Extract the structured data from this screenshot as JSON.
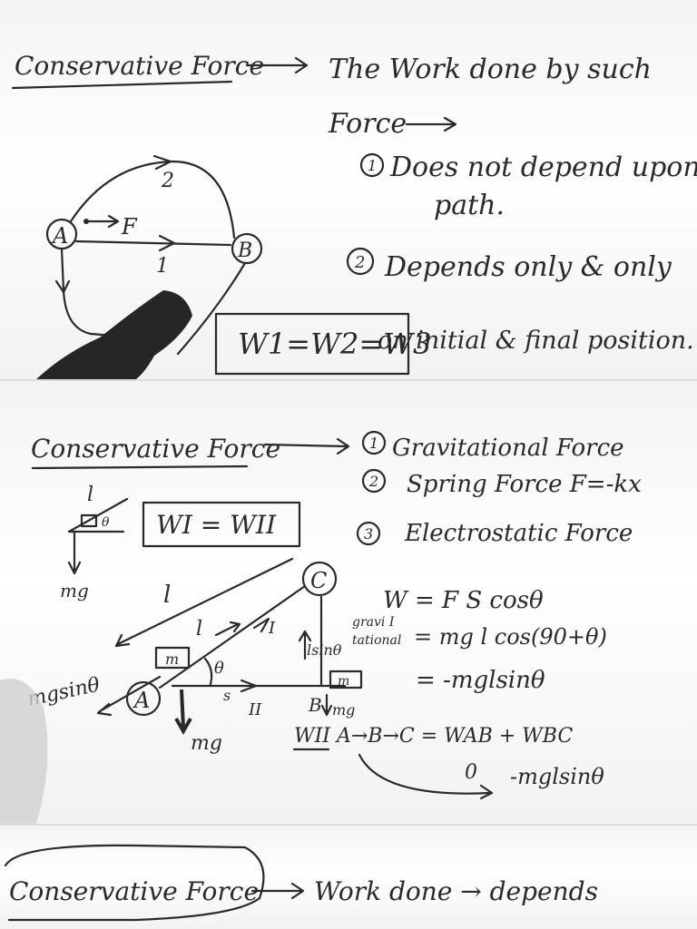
{
  "panel1": {
    "heading": "Conservative Force",
    "definition_line1": "The Work done by such",
    "definition_line2": "Force",
    "point1_line1": "Does not depend upon",
    "point1_line2": "path.",
    "point2_line1": "Depends only & only",
    "point2_line2": "on initial & final position.",
    "diagram": {
      "point_a": "A",
      "point_b": "B",
      "force_label": "F",
      "path_2": "2",
      "path_1": "1",
      "equation": "W1=W2=W3"
    }
  },
  "panel2": {
    "heading": "Conservative Force",
    "examples": [
      "Gravitational Force",
      "Spring Force F=-kx",
      "Electrostatic Force"
    ],
    "example_numbers": [
      "1",
      "2",
      "3"
    ],
    "boxed_equation": "WI = WII",
    "small_diagram": {
      "length": "l",
      "angle": "θ",
      "weight": "mg"
    },
    "main_diagram": {
      "point_a": "A",
      "point_b": "B",
      "point_c": "C",
      "length_top": "l",
      "length_incline": "l",
      "mass_a": "m",
      "mass_b": "m",
      "angle": "θ",
      "component": "mgsinθ",
      "weight_a": "mg",
      "weight_b": "mg",
      "height": "lsinθ",
      "displacement": "s",
      "path_i": "I",
      "path_ii": "II"
    },
    "work": {
      "line1": "W = F S cosθ",
      "line1_sub": "gravi I",
      "line2_sub": "tational",
      "line2": "= mg l cos(90+θ)",
      "line3": "= -mglsinθ",
      "line4": "WII A→B→C = WAB + WBC",
      "line5_left": "0",
      "line5_right": "-mglsinθ"
    }
  },
  "panel3": {
    "heading": "Conservative Force",
    "text": "Work done → depends"
  }
}
